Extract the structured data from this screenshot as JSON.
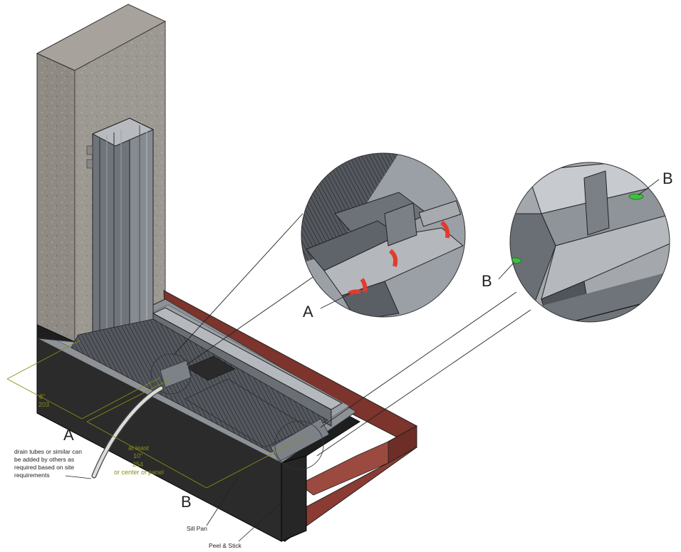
{
  "labels": {
    "callout_a": "A",
    "callout_b": "B",
    "detail_a_label": "A",
    "detail_b_label_left": "B",
    "detail_b_label_right": "B",
    "drain_note": [
      "drain tubes or similar can",
      "be added by others as",
      "required based on site",
      "requirements"
    ],
    "sill_pan": "Sill Pan",
    "peel_stick": "Peel & Stick"
  },
  "dimensions": {
    "dim_1": {
      "inch": "8\"",
      "mm": "203"
    },
    "dim_2": {
      "prefix": "at least",
      "inch": "10\"",
      "mm": "254",
      "suffix": "or center of panel"
    }
  },
  "colors": {
    "concrete": "#8f8a83",
    "brick": "#8a3b33",
    "sill_pan": "#2b2b2b",
    "aluminum": "#7a7f86",
    "dimension": "#8a8d14",
    "seal_a": "#e23b2e",
    "seal_b": "#3fbf3f"
  }
}
